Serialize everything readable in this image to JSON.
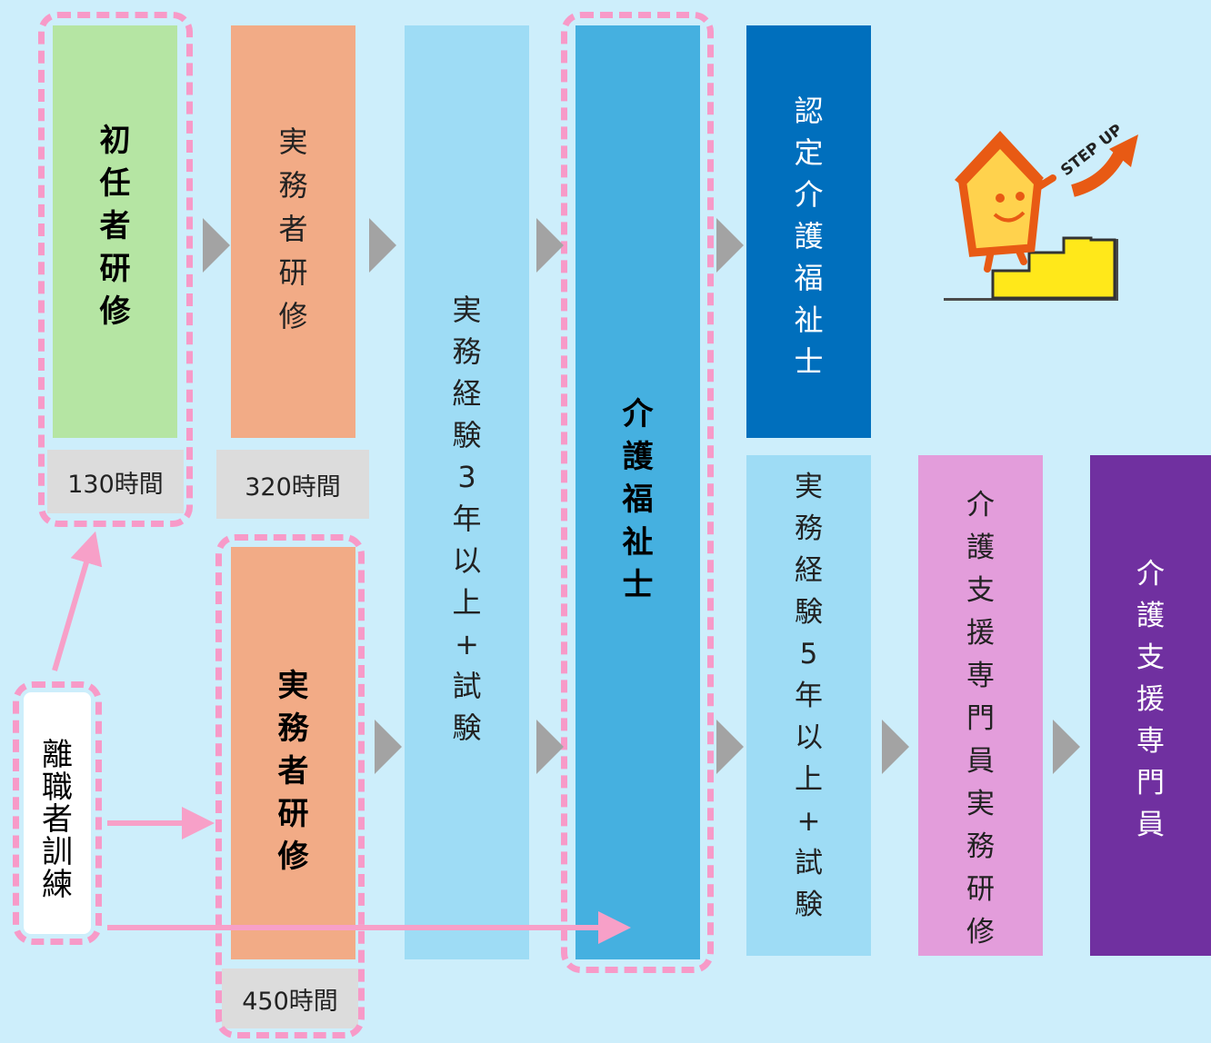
{
  "blocks": {
    "shoninsha": {
      "text": "初任者研修",
      "hours": "130時間",
      "bg": "#b5e5a3"
    },
    "jitsumu_top": {
      "text": "実務者研修",
      "hours": "320時間",
      "bg": "#f2ab86"
    },
    "jitsumu_bottom": {
      "text": "実務者研修",
      "hours": "450時間",
      "bg": "#f2ab86"
    },
    "exp3": {
      "chars": [
        "実",
        "務",
        "経",
        "験",
        "3",
        "年",
        "以",
        "上",
        "+",
        "試",
        "験"
      ],
      "bg": "#9edcf5"
    },
    "kaigo": {
      "text": "介護福祉士",
      "bg": "#45b0e0"
    },
    "nintei": {
      "text": "認定介護福祉士",
      "bg": "#006fbd"
    },
    "exp5": {
      "chars": [
        "実",
        "務",
        "経",
        "験",
        "5",
        "年",
        "以",
        "上",
        "+",
        "試",
        "験"
      ],
      "bg": "#9edcf5"
    },
    "cm_training": {
      "text": "介護支援専門員実務研修",
      "bg": "#e39ddb"
    },
    "cm": {
      "text": "介護支援専門員",
      "bg": "#7030a0"
    },
    "rishoku": {
      "text": "離職者訓練"
    }
  },
  "illustration": {
    "badge": "STEP UP"
  },
  "colors": {
    "background": "#cdeefb",
    "dashed": "#f79ac8",
    "arrow_pink": "#f7a0c8",
    "chevron": "#a3a3a3"
  }
}
